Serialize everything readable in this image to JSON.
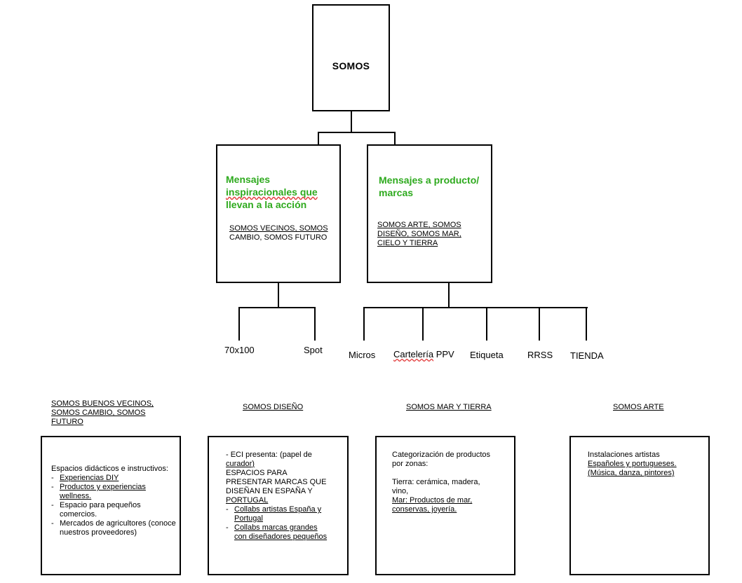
{
  "root": {
    "title": "SOMOS"
  },
  "branches": [
    {
      "heading_lines": [
        "Mensajes",
        "inspiracionales que",
        "llevan a la acción"
      ],
      "sub_lines": [
        "SOMOS VECINOS, SOMOS",
        "CAMBIO, SOMOS FUTURO"
      ],
      "children": [
        "70x100",
        "Spot"
      ]
    },
    {
      "heading_lines": [
        "Mensajes a producto/",
        "marcas"
      ],
      "sub_lines": [
        "SOMOS ARTE, SOMOS",
        "DISEÑO, SOMOS MAR,",
        "CIELO Y TIERRA"
      ],
      "children": [
        "Micros",
        "Cartelería",
        "PPV",
        "Etiqueta",
        "RRSS",
        "TIENDA"
      ]
    }
  ],
  "sections": [
    {
      "title_lines": [
        "SOMOS BUENOS VECINOS,",
        "SOMOS CAMBIO, SOMOS",
        "FUTURO"
      ],
      "intro": "Espacios didácticos e instructivos:",
      "items": [
        "Experiencias DIY",
        "Productos y experiencias wellness.",
        "Espacio para pequeños comercios.",
        "Mercados de agricultores (conoce nuestros proveedores)"
      ]
    },
    {
      "title_lines": [
        "SOMOS DISEÑO"
      ],
      "intro_lines": [
        "- ECI presenta:  (papel de",
        "curador)",
        "ESPACIOS PARA",
        "PRESENTAR MARCAS QUE",
        "DISEÑAN EN ESPAÑA Y",
        "PORTUGAL"
      ],
      "items": [
        "Collabs artistas España y Portugal",
        "Collabs marcas grandes con diseñadores pequeños"
      ]
    },
    {
      "title_lines": [
        "SOMOS MAR Y TIERRA"
      ],
      "body_lines": [
        "Categorización de productos",
        "por zonas:",
        "",
        "Tierra: cerámica, madera,",
        "vino,",
        "Mar: Productos de mar,",
        "conservas, joyería."
      ]
    },
    {
      "title_lines": [
        "SOMOS ARTE"
      ],
      "body_lines": [
        "Instalaciones artistas",
        "Españoles y portugueses.",
        "(Música, danza, pintores)"
      ]
    }
  ]
}
